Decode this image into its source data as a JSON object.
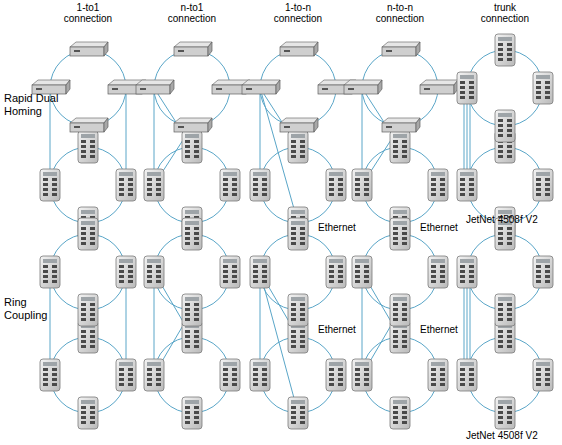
{
  "diagram": {
    "labels": [
      "1-to1 connection",
      "n-to1 connection",
      "1-to-n connection",
      "n-to-n connection",
      "trunk connection",
      "Rapid Dual Homing",
      "Ethernet",
      "Ethernet",
      "JetNet 4508f V2",
      "Ring Coupling",
      "Ethernet",
      "Ethernet",
      "JetNet 4508f V2"
    ]
  }
}
